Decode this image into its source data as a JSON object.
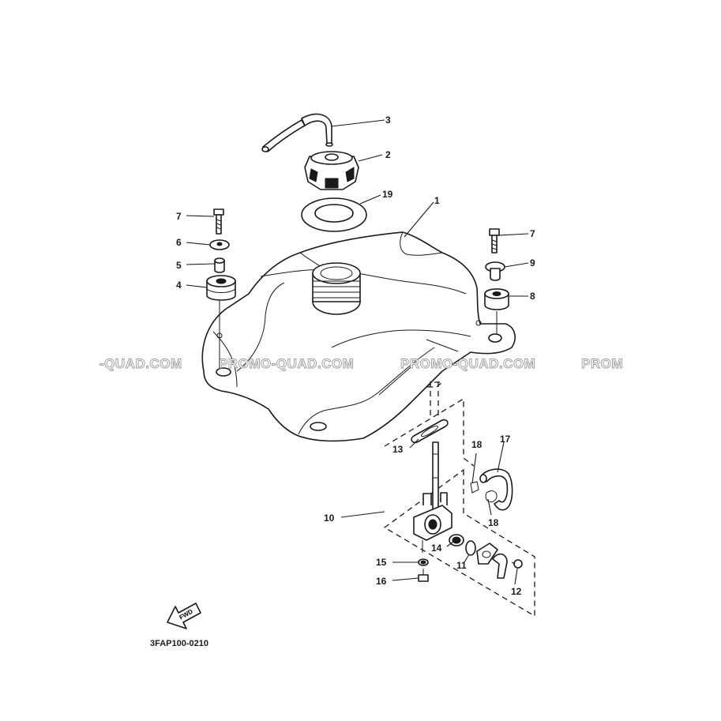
{
  "diagram": {
    "part_code": "3FAP100-0210",
    "fwd_label": "FWD",
    "watermarks": [
      "-QUAD.COM",
      "PROMO-QUAD.COM",
      "PROMO-QUAD.COM",
      "PROM"
    ],
    "callouts": [
      "1",
      "2",
      "3",
      "4",
      "5",
      "6",
      "7",
      "7",
      "8",
      "9",
      "10",
      "11",
      "12",
      "13",
      "14",
      "15",
      "16",
      "17",
      "18",
      "18",
      "19"
    ]
  }
}
